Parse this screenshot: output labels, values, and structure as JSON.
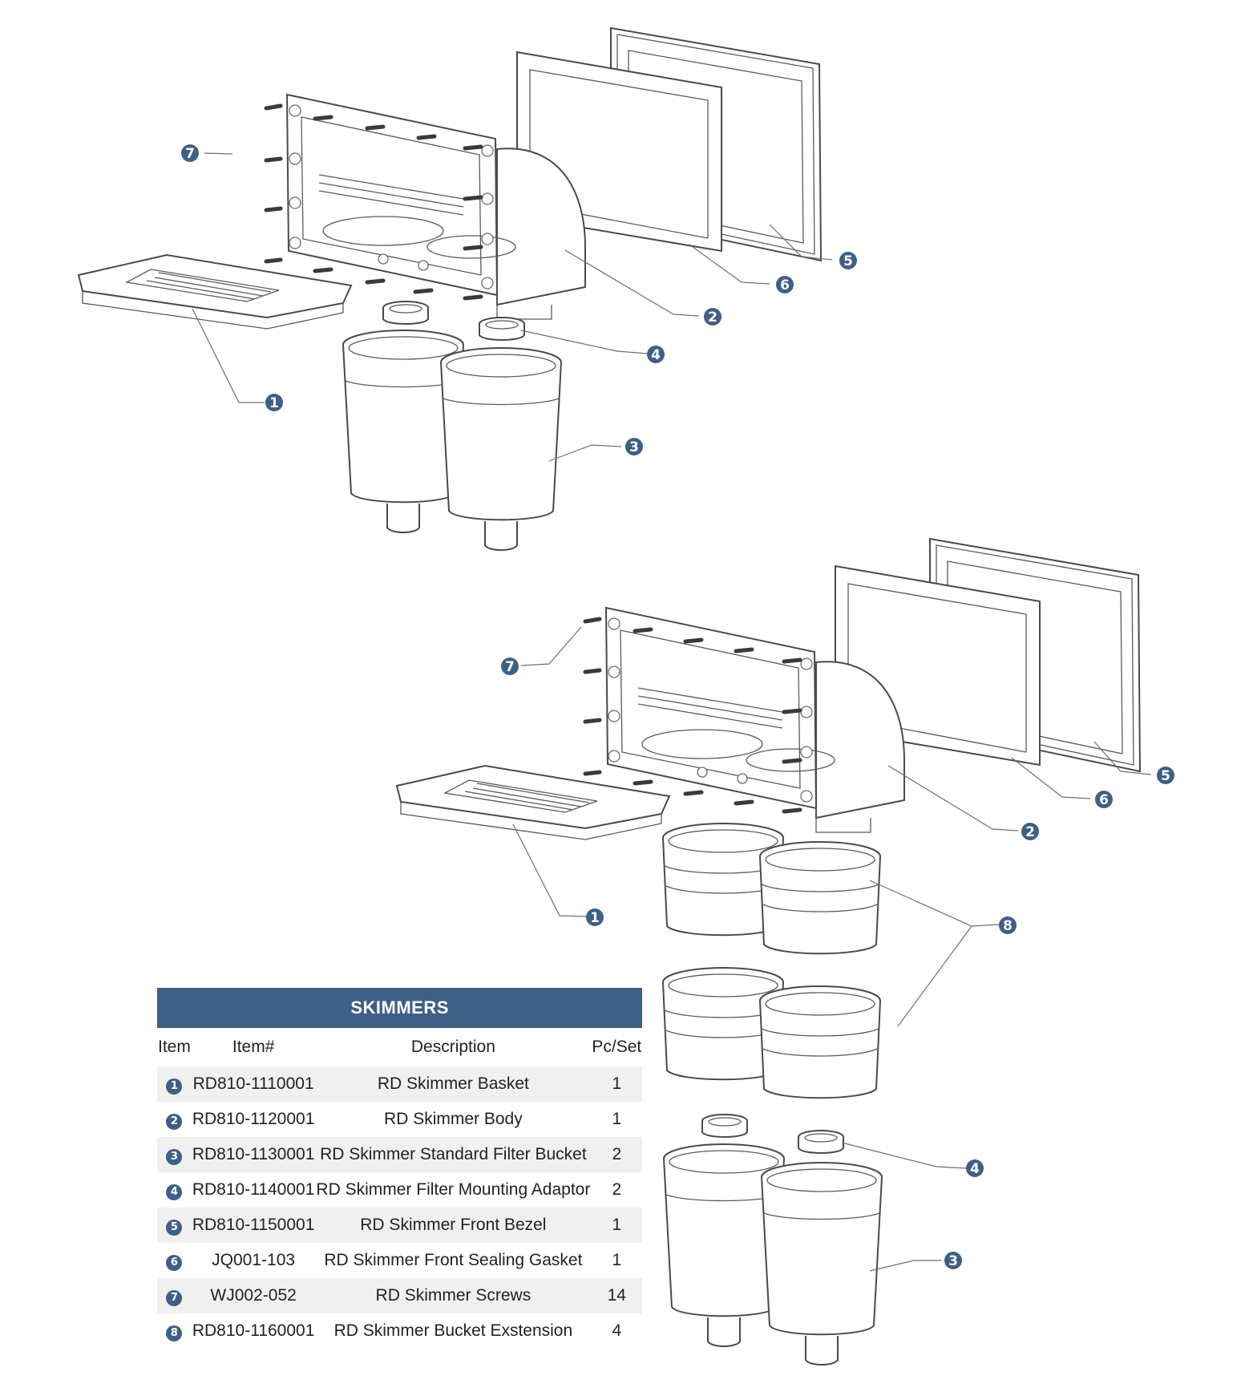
{
  "callouts": [
    "1",
    "2",
    "3",
    "4",
    "5",
    "6",
    "7",
    "8"
  ],
  "table": {
    "title": "SKIMMERS",
    "headers": [
      "Item",
      "Item#",
      "Description",
      "Pc/Set"
    ],
    "rows": [
      {
        "item": "1",
        "item_no": "RD810-1110001",
        "description": "RD Skimmer Basket",
        "qty": "1"
      },
      {
        "item": "2",
        "item_no": "RD810-1120001",
        "description": "RD Skimmer Body",
        "qty": "1"
      },
      {
        "item": "3",
        "item_no": "RD810-1130001",
        "description": "RD Skimmer Standard Filter Bucket",
        "qty": "2"
      },
      {
        "item": "4",
        "item_no": "RD810-1140001",
        "description": "RD Skimmer Filter Mounting Adaptor",
        "qty": "2"
      },
      {
        "item": "5",
        "item_no": "RD810-1150001",
        "description": "RD Skimmer Front Bezel",
        "qty": "1"
      },
      {
        "item": "6",
        "item_no": "JQ001-103",
        "description": "RD Skimmer Front Sealing Gasket",
        "qty": "1"
      },
      {
        "item": "7",
        "item_no": "WJ002-052",
        "description": "RD Skimmer Screws",
        "qty": "14"
      },
      {
        "item": "8",
        "item_no": "RD810-1160001",
        "description": "RD Skimmer Bucket Exstension",
        "qty": "4"
      }
    ]
  },
  "colors": {
    "accent": "#3e5f86",
    "row_shade": "#f0f0f0",
    "line": "#4a4a4a"
  }
}
